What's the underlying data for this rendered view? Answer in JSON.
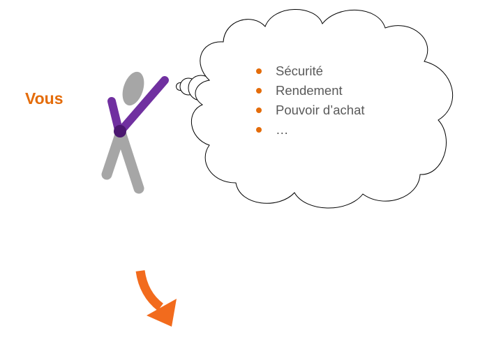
{
  "subject_label": "Vous",
  "thought_items": [
    {
      "text": "Sécurité"
    },
    {
      "text": "Rendement"
    },
    {
      "text": "Pouvoir d’achat"
    },
    {
      "text": "…"
    }
  ],
  "colors": {
    "accent_orange": "#E46C0A",
    "arrow_orange": "#F26B1D",
    "figure_gray": "#A6A6A6",
    "figure_purple": "#7030A0",
    "cloud_outline": "#000000",
    "item_text": "#595959"
  },
  "icons": {
    "figure": "stick-figure-icon",
    "cloud": "thought-cloud-icon",
    "arrow": "curved-arrow-down-icon"
  }
}
